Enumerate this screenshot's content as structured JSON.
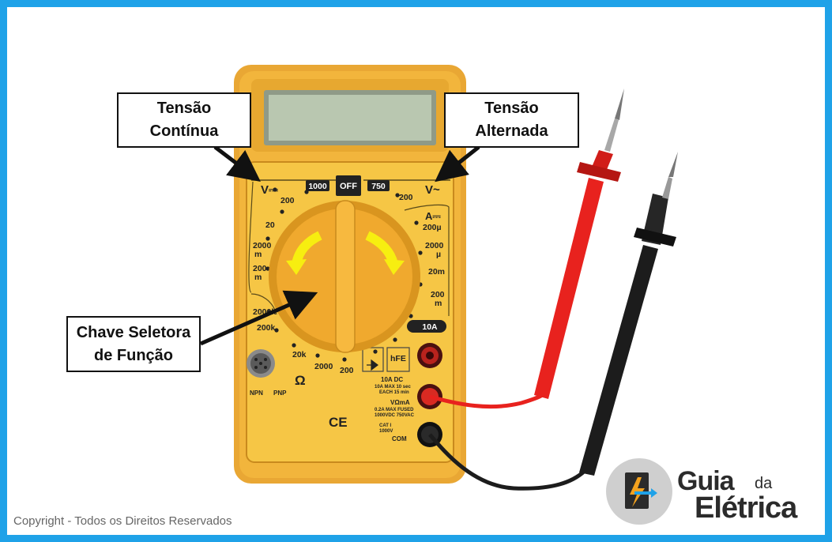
{
  "callouts": {
    "dc": {
      "line1": "Tensão",
      "line2": "Contínua"
    },
    "ac": {
      "line1": "Tensão",
      "line2": "Alternada"
    },
    "selector": {
      "line1": "Chave Seletora",
      "line2": "de Função"
    }
  },
  "meter": {
    "dcv_label": "V⎓",
    "acv_label": "V~",
    "off_label": "OFF",
    "range_1000": "1000",
    "range_750": "750",
    "dc_ranges": {
      "r200": "200",
      "r20": "20",
      "r2000m_a": "2000",
      "r2000m_b": "m",
      "r200m_a": "200",
      "r200m_b": "m"
    },
    "ac_ranges": {
      "r200": "200"
    },
    "amp_label": "A⎓",
    "amp_ranges": {
      "r200u": "200µ",
      "r2000u_a": "2000",
      "r2000u_b": "µ",
      "r20m": "20m",
      "r200m_a": "200",
      "r200m_b": "m"
    },
    "ohm_ranges": {
      "r2000k": "2000k",
      "r200k": "200k",
      "r20k": "20k",
      "r2000": "2000",
      "r200": "200"
    },
    "ohm_symbol": "Ω",
    "tenA_label": "10A",
    "hfe_label": "hFE",
    "npn_label": "NPN",
    "pnp_label": "PNP",
    "ce_mark": "CE",
    "jack_10a": {
      "line1": "10A DC",
      "line2": "10A MAX 10 sec",
      "line3": "EACH 15 min"
    },
    "jack_vma": {
      "line1": "VΩmA",
      "line2": "0.2A MAX FUSED",
      "line3": "1000VDC 750VAC"
    },
    "cat_label": {
      "line1": "CAT I",
      "line2": "1000V"
    },
    "com_label": "COM"
  },
  "footer": {
    "copyright": "Copyright - Todos os Direitos Reservados"
  },
  "brand": {
    "word1": "Guia",
    "word2": "da",
    "word3": "Elétrica"
  },
  "colors": {
    "frame": "#1fa2e8",
    "meter_body": "#f2b53c",
    "meter_face": "#f6c645",
    "dial": "#f0a92e",
    "arrows": "#f7ee10",
    "red_probe": "#e8221e",
    "black_probe": "#1c1c1c",
    "lcd": "#b9c7b0"
  }
}
